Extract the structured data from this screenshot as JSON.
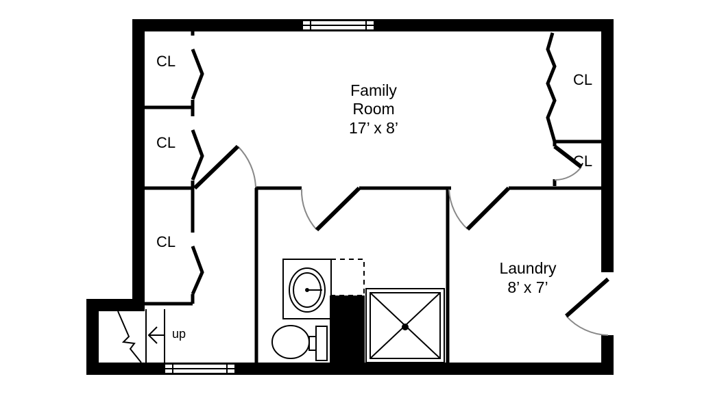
{
  "rooms": {
    "family_room": {
      "name_line1": "Family",
      "name_line2": "Room",
      "dimensions": "17’ x 8’"
    },
    "laundry": {
      "name": "Laundry",
      "dimensions": "8’ x 7’"
    }
  },
  "closets": {
    "left_top": "CL",
    "left_middle": "CL",
    "left_bottom": "CL",
    "right_top": "CL",
    "right_small": "CL"
  },
  "stairs": {
    "label": "up"
  },
  "colors": {
    "wall": "#000000",
    "door_swing": "#888888",
    "background": "#ffffff"
  }
}
